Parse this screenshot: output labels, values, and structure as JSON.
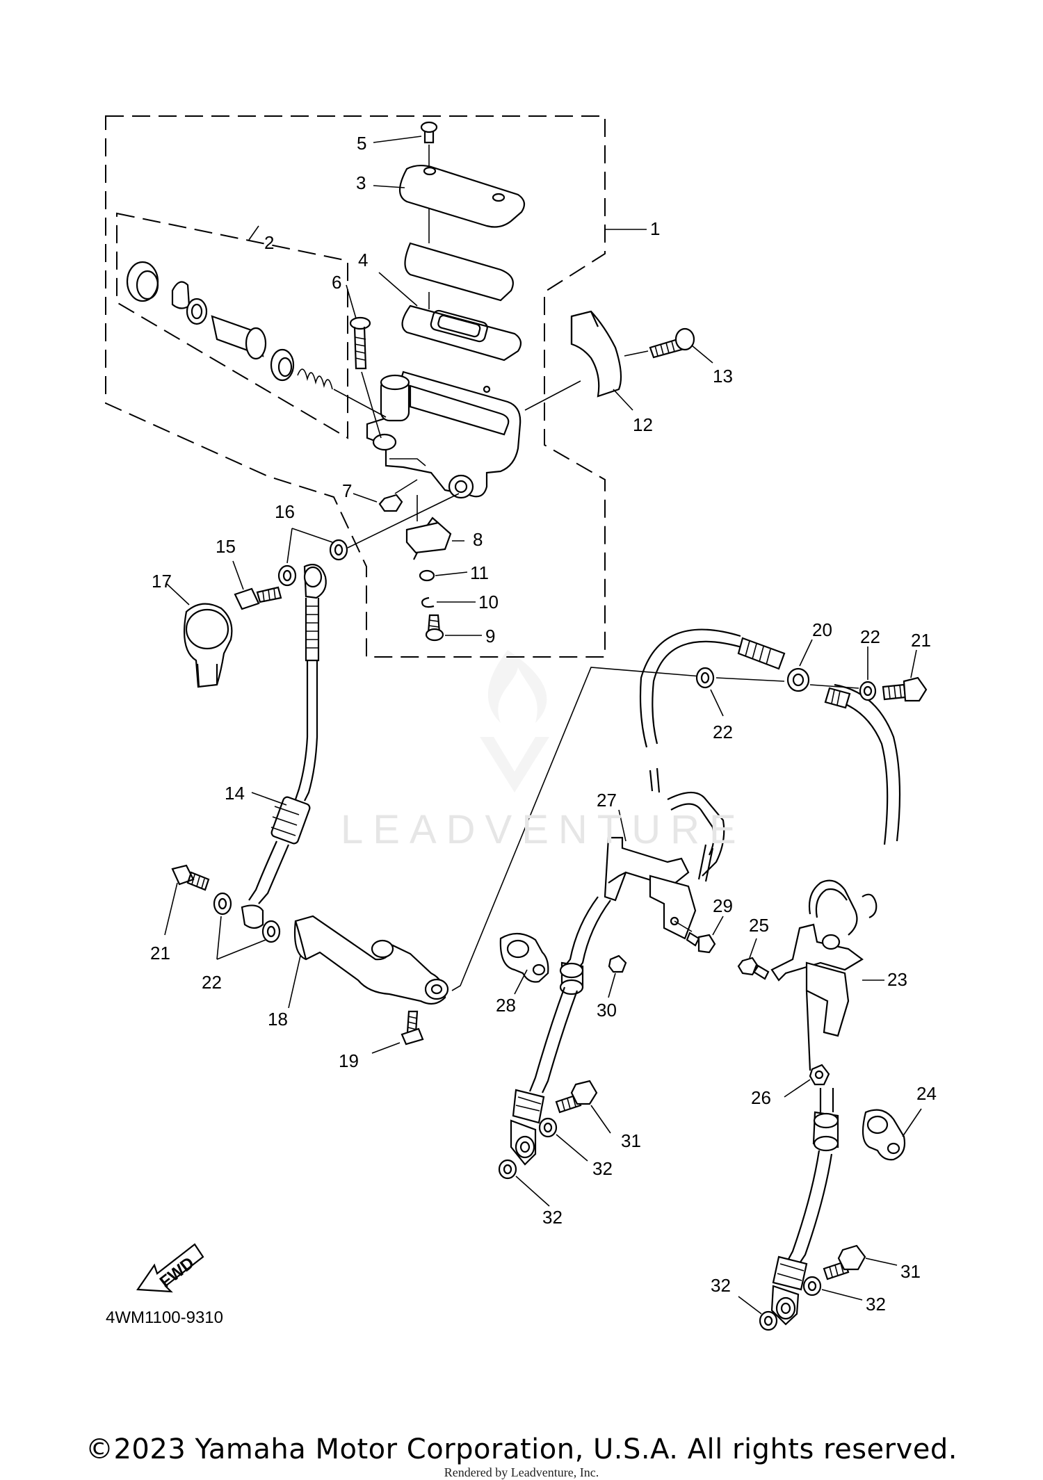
{
  "watermark": {
    "text": "LEADVENTURE"
  },
  "diagram_code": "4WM1100-9310",
  "fwd_label": "FWD",
  "copyright": "©2023 Yamaha Motor Corporation, U.S.A. All rights reserved.",
  "rendered_by": "Rendered by Leadventure, Inc.",
  "callouts": [
    "1",
    "2",
    "3",
    "4",
    "5",
    "6",
    "7",
    "8",
    "9",
    "10",
    "11",
    "12",
    "13",
    "14",
    "15",
    "16",
    "17",
    "18",
    "19",
    "20",
    "21",
    "21",
    "22",
    "22",
    "22",
    "23",
    "24",
    "25",
    "26",
    "27",
    "28",
    "29",
    "30",
    "31",
    "31",
    "32",
    "32",
    "32",
    "32"
  ]
}
